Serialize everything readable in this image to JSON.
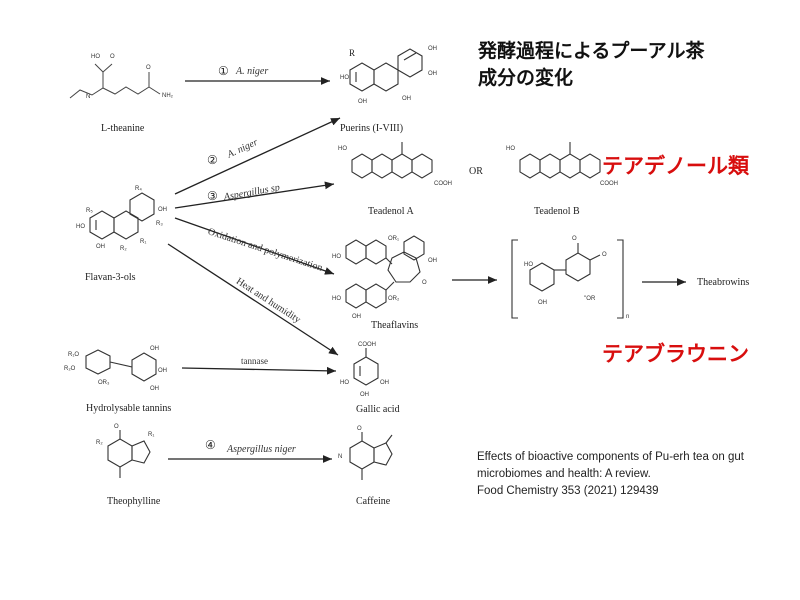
{
  "title_line1": "発酵過程によるプーアル茶",
  "title_line2": "成分の変化",
  "red_label_teadenol": "テアデノール類",
  "red_label_theabrownin": "テアブラウニン",
  "citation": {
    "line1": "Effects of bioactive components  of Pu-erh tea on gut",
    "line2": "microbiomes  and health: A review.",
    "line3": " Food Chemistry 353 (2021) 129439"
  },
  "compounds": {
    "l_theanine": "L-theanine",
    "puerins": "Puerins  (I-VIII)",
    "teadenol_a": "Teadenol  A",
    "teadenol_b": "Teadenol  B",
    "flavan_3_ols": "Flavan-3-ols",
    "theaflavins": "Theaflavins",
    "theabrowins": "Theabrowins",
    "hydrolysable_tannins": "Hydrolysable  tannins",
    "gallic_acid": "Gallic  acid",
    "theophylline": "Theophylline",
    "caffeine": "Caffeine"
  },
  "arrows": {
    "a1_num": "①",
    "a1_text": "A. niger",
    "a2_num": "②",
    "a2_text": "A. niger",
    "a3_num": "③",
    "a3_text": "Aspergillus sp",
    "a_oxid": "Oxidation  and  polymerization",
    "a_heat": "Heat  and  humidity",
    "a_tannase": "tannase",
    "a4_num": "④",
    "a4_text": "Aspergillus niger"
  },
  "or_label": "OR",
  "atom_labels": {
    "puerin_r": "R",
    "oh": "OH"
  },
  "colors": {
    "accent_red": "#d80e0e",
    "line": "#222222"
  }
}
